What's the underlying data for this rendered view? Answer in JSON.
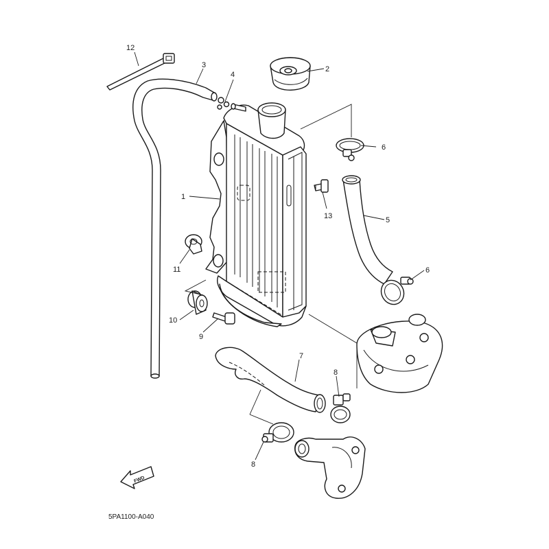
{
  "diagram": {
    "drawing_code": "5PA1100-A040",
    "fwd_label": "FWD",
    "callouts": {
      "c1": "1",
      "c2": "2",
      "c3": "3",
      "c4": "4",
      "c5": "5",
      "c6a": "6",
      "c6b": "6",
      "c7": "7",
      "c8a": "8",
      "c8b": "8",
      "c9": "9",
      "c10": "10",
      "c11": "11",
      "c12": "12",
      "c13": "13"
    }
  }
}
